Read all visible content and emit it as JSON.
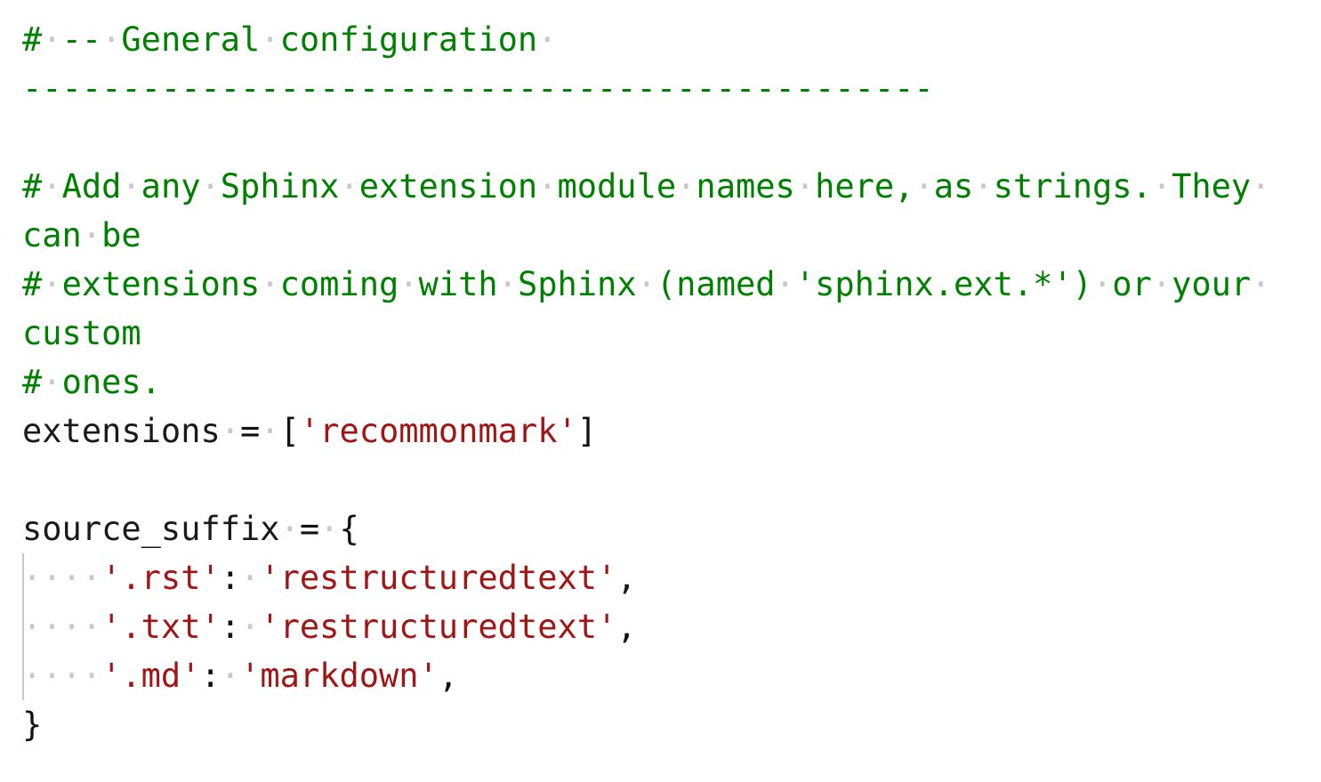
{
  "editor": {
    "language": "python",
    "file_kind": "sphinx-conf",
    "background_color": "#ffffff",
    "comment_color": "#008000",
    "string_color": "#A31515",
    "text_color": "#1a1a1a",
    "whitespace_dot_color": "#c9c9c9",
    "indent_guide_color": "#c8c8c8",
    "whitespace_dot_glyph": "·",
    "dash_rule": "----------------------------------------------",
    "lines": [
      {
        "id": "line-1",
        "indent_guide": false,
        "tokens": [
          {
            "text": "#",
            "type": "comment"
          },
          {
            "text": "·",
            "type": "ws"
          },
          {
            "text": "--",
            "type": "comment"
          },
          {
            "text": "·",
            "type": "ws"
          },
          {
            "text": "General",
            "type": "comment"
          },
          {
            "text": "·",
            "type": "ws"
          },
          {
            "text": "configuration",
            "type": "comment"
          },
          {
            "text": "·",
            "type": "ws"
          }
        ]
      },
      {
        "id": "line-2",
        "indent_guide": false,
        "tokens": [
          {
            "text": "----------------------------------------------",
            "type": "comment"
          }
        ]
      },
      {
        "id": "line-3",
        "indent_guide": false,
        "tokens": []
      },
      {
        "id": "line-4",
        "indent_guide": false,
        "tokens": [
          {
            "text": "#",
            "type": "comment"
          },
          {
            "text": "·",
            "type": "ws"
          },
          {
            "text": "Add",
            "type": "comment"
          },
          {
            "text": "·",
            "type": "ws"
          },
          {
            "text": "any",
            "type": "comment"
          },
          {
            "text": "·",
            "type": "ws"
          },
          {
            "text": "Sphinx",
            "type": "comment"
          },
          {
            "text": "·",
            "type": "ws"
          },
          {
            "text": "extension",
            "type": "comment"
          },
          {
            "text": "·",
            "type": "ws"
          },
          {
            "text": "module",
            "type": "comment"
          },
          {
            "text": "·",
            "type": "ws"
          },
          {
            "text": "names",
            "type": "comment"
          },
          {
            "text": "·",
            "type": "ws"
          },
          {
            "text": "here,",
            "type": "comment"
          },
          {
            "text": "·",
            "type": "ws"
          },
          {
            "text": "as",
            "type": "comment"
          },
          {
            "text": "·",
            "type": "ws"
          },
          {
            "text": "strings.",
            "type": "comment"
          },
          {
            "text": "·",
            "type": "ws"
          },
          {
            "text": "They",
            "type": "comment"
          },
          {
            "text": "·",
            "type": "ws"
          }
        ]
      },
      {
        "id": "line-4-wrap",
        "indent_guide": false,
        "wrapped": true,
        "tokens": [
          {
            "text": "can",
            "type": "comment"
          },
          {
            "text": "·",
            "type": "ws"
          },
          {
            "text": "be",
            "type": "comment"
          }
        ]
      },
      {
        "id": "line-5",
        "indent_guide": false,
        "tokens": [
          {
            "text": "#",
            "type": "comment"
          },
          {
            "text": "·",
            "type": "ws"
          },
          {
            "text": "extensions",
            "type": "comment"
          },
          {
            "text": "·",
            "type": "ws"
          },
          {
            "text": "coming",
            "type": "comment"
          },
          {
            "text": "·",
            "type": "ws"
          },
          {
            "text": "with",
            "type": "comment"
          },
          {
            "text": "·",
            "type": "ws"
          },
          {
            "text": "Sphinx",
            "type": "comment"
          },
          {
            "text": "·",
            "type": "ws"
          },
          {
            "text": "(named",
            "type": "comment"
          },
          {
            "text": "·",
            "type": "ws"
          },
          {
            "text": "'sphinx.ext.*')",
            "type": "comment"
          },
          {
            "text": "·",
            "type": "ws"
          },
          {
            "text": "or",
            "type": "comment"
          },
          {
            "text": "·",
            "type": "ws"
          },
          {
            "text": "your",
            "type": "comment"
          },
          {
            "text": "·",
            "type": "ws"
          }
        ]
      },
      {
        "id": "line-5-wrap",
        "indent_guide": false,
        "wrapped": true,
        "tokens": [
          {
            "text": "custom",
            "type": "comment"
          }
        ]
      },
      {
        "id": "line-6",
        "indent_guide": false,
        "tokens": [
          {
            "text": "#",
            "type": "comment"
          },
          {
            "text": "·",
            "type": "ws"
          },
          {
            "text": "ones.",
            "type": "comment"
          }
        ]
      },
      {
        "id": "line-7",
        "indent_guide": false,
        "tokens": [
          {
            "text": "extensions",
            "type": "plain"
          },
          {
            "text": "·",
            "type": "ws"
          },
          {
            "text": "=",
            "type": "punct"
          },
          {
            "text": "·",
            "type": "ws"
          },
          {
            "text": "[",
            "type": "punct"
          },
          {
            "text": "'recommonmark'",
            "type": "string"
          },
          {
            "text": "]",
            "type": "punct"
          }
        ]
      },
      {
        "id": "line-8",
        "indent_guide": false,
        "tokens": []
      },
      {
        "id": "line-9",
        "indent_guide": false,
        "tokens": [
          {
            "text": "source_suffix",
            "type": "plain"
          },
          {
            "text": "·",
            "type": "ws"
          },
          {
            "text": "=",
            "type": "punct"
          },
          {
            "text": "·",
            "type": "ws"
          },
          {
            "text": "{",
            "type": "punct"
          }
        ]
      },
      {
        "id": "line-10",
        "indent_guide": true,
        "tokens": [
          {
            "text": "····",
            "type": "ws"
          },
          {
            "text": "'.rst'",
            "type": "string"
          },
          {
            "text": ":",
            "type": "punct"
          },
          {
            "text": "·",
            "type": "ws"
          },
          {
            "text": "'restructuredtext'",
            "type": "string"
          },
          {
            "text": ",",
            "type": "punct"
          }
        ]
      },
      {
        "id": "line-11",
        "indent_guide": true,
        "tokens": [
          {
            "text": "····",
            "type": "ws"
          },
          {
            "text": "'.txt'",
            "type": "string"
          },
          {
            "text": ":",
            "type": "punct"
          },
          {
            "text": "·",
            "type": "ws"
          },
          {
            "text": "'restructuredtext'",
            "type": "string"
          },
          {
            "text": ",",
            "type": "punct"
          }
        ]
      },
      {
        "id": "line-12",
        "indent_guide": true,
        "tokens": [
          {
            "text": "····",
            "type": "ws"
          },
          {
            "text": "'.md'",
            "type": "string"
          },
          {
            "text": ":",
            "type": "punct"
          },
          {
            "text": "·",
            "type": "ws"
          },
          {
            "text": "'markdown'",
            "type": "string"
          },
          {
            "text": ",",
            "type": "punct"
          }
        ]
      },
      {
        "id": "line-13",
        "indent_guide": false,
        "tokens": [
          {
            "text": "}",
            "type": "punct"
          }
        ]
      }
    ]
  }
}
